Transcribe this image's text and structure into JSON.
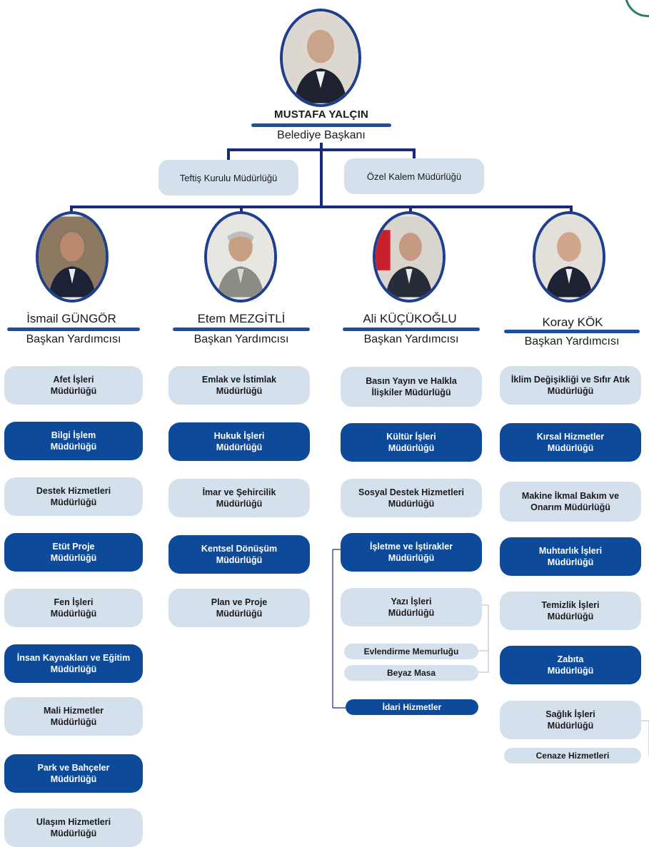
{
  "mayor": {
    "name": "MUSTAFA YALÇIN",
    "title": "Belediye Başkanı"
  },
  "top_units": [
    "Teftiş Kurulu Müdürlüğü",
    "Özel Kalem Müdürlüğü"
  ],
  "deputies": [
    {
      "name": "İsmail GÜNGÖR",
      "title": "Başkan Yardımcısı",
      "units": [
        {
          "label": "Afet İşleri\nMüdürlüğü",
          "style": "light"
        },
        {
          "label": "Bilgi İşlem\nMüdürlüğü",
          "style": "dark"
        },
        {
          "label": "Destek Hizmetleri\nMüdürlüğü",
          "style": "light"
        },
        {
          "label": "Etüt Proje\nMüdürlüğü",
          "style": "dark"
        },
        {
          "label": "Fen İşleri\nMüdürlüğü",
          "style": "light"
        },
        {
          "label": "İnsan Kaynakları ve Eğitim\nMüdürlüğü",
          "style": "dark"
        },
        {
          "label": "Mali Hizmetler\nMüdürlüğü",
          "style": "light"
        },
        {
          "label": "Park ve Bahçeler\nMüdürlüğü",
          "style": "dark"
        },
        {
          "label": "Ulaşım Hizmetleri\nMüdürlüğü",
          "style": "light"
        }
      ]
    },
    {
      "name": "Etem MEZGİTLİ",
      "title": "Başkan Yardımcısı",
      "units": [
        {
          "label": "Emlak ve İstimlak\nMüdürlüğü",
          "style": "light"
        },
        {
          "label": "Hukuk İşleri\nMüdürlüğü",
          "style": "dark"
        },
        {
          "label": "İmar ve Şehircilik\nMüdürlüğü",
          "style": "light"
        },
        {
          "label": "Kentsel Dönüşüm\nMüdürlüğü",
          "style": "dark"
        },
        {
          "label": "Plan ve Proje\nMüdürlüğü",
          "style": "light"
        }
      ]
    },
    {
      "name": "Ali KÜÇÜKOĞLU",
      "title": "Başkan Yardımcısı",
      "units": [
        {
          "label": "Basın Yayın ve Halkla\nİlişkiler  Müdürlüğü",
          "style": "light"
        },
        {
          "label": "Kültür İşleri\nMüdürlüğü",
          "style": "dark"
        },
        {
          "label": "Sosyal Destek Hizmetleri\nMüdürlüğü",
          "style": "light"
        },
        {
          "label": "İşletme ve İştirakler\nMüdürlüğü",
          "style": "dark"
        },
        {
          "label": "Yazı İşleri\nMüdürlüğü",
          "style": "light"
        }
      ],
      "sub_units": [
        "Evlendirme Memurluğu",
        "Beyaz Masa",
        "İdari Hizmetler"
      ]
    },
    {
      "name": "Koray KÖK",
      "title": "Başkan Yardımcısı",
      "units": [
        {
          "label": "İklim Değişikliği ve Sıfır Atık\nMüdürlüğü",
          "style": "light"
        },
        {
          "label": "Kırsal Hizmetler\nMüdürlüğü",
          "style": "dark"
        },
        {
          "label": "Makine İkmal Bakım ve\nOnarım Müdürlüğü",
          "style": "light"
        },
        {
          "label": "Muhtarlık İşleri\nMüdürlüğü",
          "style": "dark"
        },
        {
          "label": "Temizlik İşleri\nMüdürlüğü",
          "style": "light"
        },
        {
          "label": "Zabıta\nMüdürlüğü",
          "style": "dark"
        },
        {
          "label": "Sağlık İşleri\nMüdürlüğü",
          "style": "light"
        }
      ],
      "sub_units": [
        "Cenaze Hizmetleri"
      ]
    }
  ],
  "colors": {
    "primary": "#0d4a9a",
    "light_box": "#d5e0ed",
    "connector": "#1a2a78",
    "photo_border": "#1d3f8c"
  }
}
